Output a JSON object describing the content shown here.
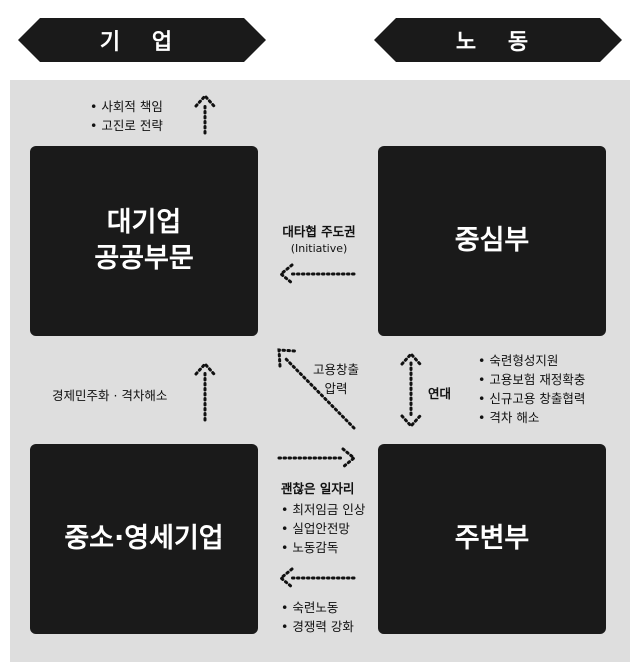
{
  "banners": {
    "left": "기 업",
    "right": "노 동"
  },
  "boxes": {
    "large": [
      "대기업",
      "공공부문"
    ],
    "core": "중심부",
    "sme": "중소·영세기업",
    "periphery": "주변부"
  },
  "labels": {
    "top_left_items": [
      "사회적 책임",
      "고진로 전략"
    ],
    "initiative_title": "대타협 주도권",
    "initiative_sub": "(Initiative)",
    "left_mid": "경제민주화 · 격차해소",
    "hiring_pressure": [
      "고용창출",
      "압력"
    ],
    "solidarity": "연대",
    "right_mid_items": [
      "숙련형성지원",
      "고용보험 재정확충",
      "신규고용 창출협력",
      "격차 해소"
    ],
    "good_jobs_title": "괜찮은 일자리",
    "good_jobs_items": [
      "최저임금 인상",
      "실업안전망",
      "노동감독"
    ],
    "bottom_items": [
      "숙련노동",
      "경쟁력 강화"
    ]
  }
}
